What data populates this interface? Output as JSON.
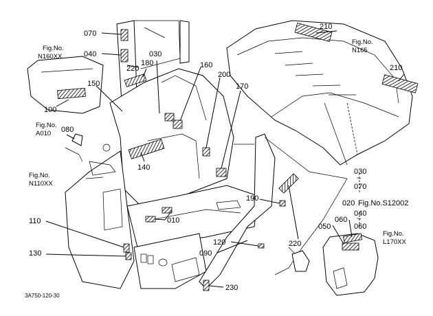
{
  "callouts": {
    "p070": "070",
    "p040": "040",
    "p030": "030",
    "p220_top": "220",
    "p180": "180",
    "p160": "160",
    "p200": "200",
    "p170": "170",
    "p150": "150",
    "p100": "100",
    "p080": "080",
    "p140": "140",
    "p210_a": "210",
    "p210_b": "210",
    "p190": "190",
    "p010": "010",
    "p110": "110",
    "p130": "130",
    "p120": "120",
    "p090": "090",
    "p220_bottom": "220",
    "p230": "230",
    "p050": "050",
    "p060": "060",
    "range_030": "030",
    "range_070": "070",
    "range_020": "020",
    "range_040": "040",
    "range_060": "060",
    "tilde_1": "~",
    "tilde_2": "~"
  },
  "figrefs": {
    "n160": {
      "line1": "Fig.No.",
      "line2": "N160XX"
    },
    "n165": {
      "line1": "Fig.No.",
      "line2": "N165"
    },
    "a010": {
      "line1": "Fig.No.",
      "line2": "A010"
    },
    "n110": {
      "line1": "Fig.No.",
      "line2": "N110XX"
    },
    "s12002": "Fig.No.S12002",
    "l170": {
      "line1": "Fig.No.",
      "line2": "L170XX"
    }
  },
  "drawing_code": "3A750-120-30"
}
